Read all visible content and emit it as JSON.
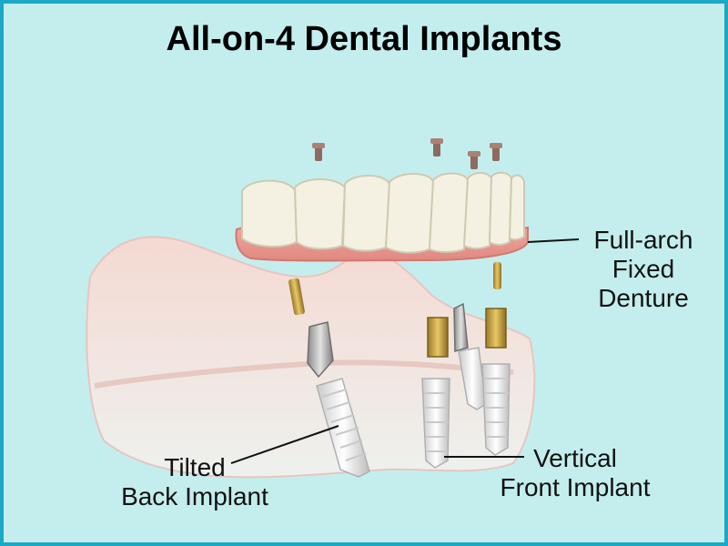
{
  "title": "All-on-4 Dental Implants",
  "labels": {
    "denture": [
      "Full-arch",
      "Fixed",
      "Denture"
    ],
    "tilted": [
      "Tilted",
      "Back Implant"
    ],
    "vertical": [
      "Vertical",
      "Front Implant"
    ]
  },
  "colors": {
    "border": "#1aa9c6",
    "background": "#c4eeee",
    "gum": "#e8968f",
    "tooth": "#f4f1e2",
    "titanium": "#b9b9b9",
    "gold_screw": "#d7b24a"
  }
}
